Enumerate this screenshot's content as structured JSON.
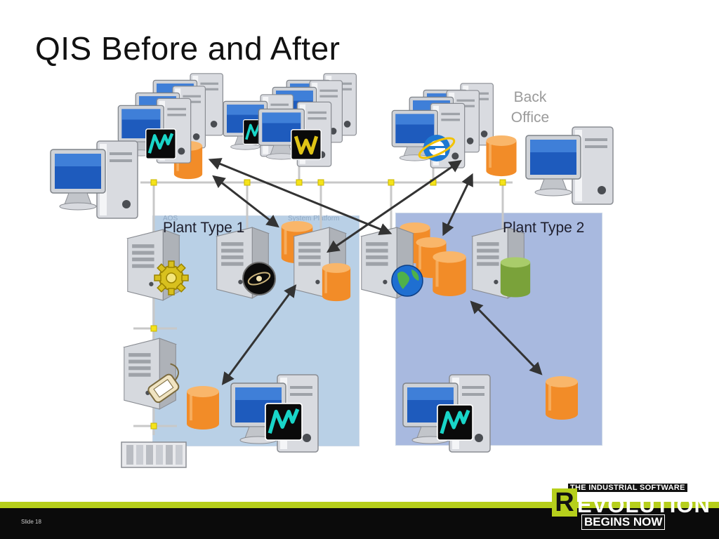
{
  "slide": {
    "title": "QIS Before and After",
    "slide_number": "Slide 18"
  },
  "labels": {
    "back_office": "Back Office",
    "plant_type_1": "Plant Type 1",
    "plant_type_2": "Plant Type 2",
    "aos_tag": "AOS",
    "system_platform_tag": "System Platform"
  },
  "logo": {
    "top": "THE INDUSTRIAL SOFTWARE",
    "letter": "R",
    "middle": "EVOLUTION",
    "bottom": "BEGINS NOW"
  },
  "colors": {
    "region_1": "#b9d0e6",
    "region_2": "#a8b9df",
    "database": "#f28c28",
    "database_green": "#7aa23a",
    "network_line": "#c8c8c8",
    "network_node": "#f5e31a",
    "footer_green": "#b6cf1c",
    "footer_black": "#0b0b0b",
    "arrow": "#333333"
  },
  "icons": [
    "workstation-icon",
    "server-tower-icon",
    "database-icon",
    "gear-icon",
    "galaxy-icon",
    "globe-icon",
    "internet-explorer-icon",
    "wonderware-icon",
    "wonderware-w-icon",
    "connector-icon",
    "plc-rack-icon"
  ]
}
